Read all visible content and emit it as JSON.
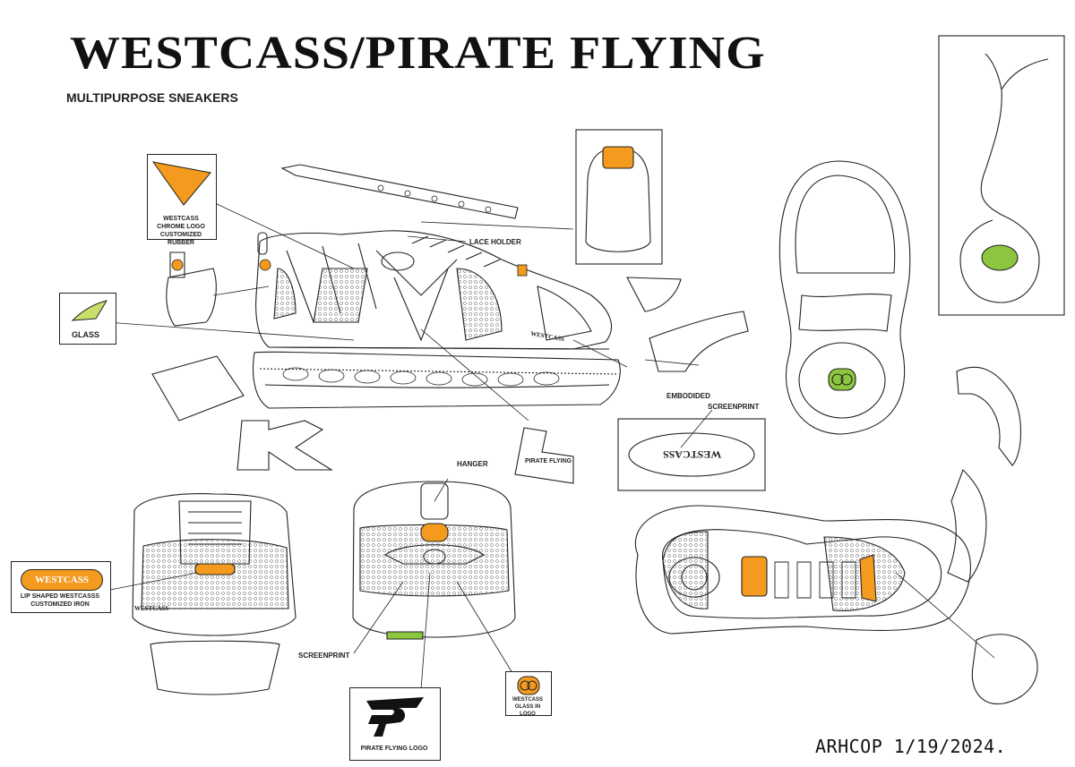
{
  "header": {
    "title": "WESTCASS/PIRATE FLYING",
    "subtitle": "MULTIPURPOSE SNEAKERS"
  },
  "callouts": {
    "chrome_logo": "WESTCASS CHROME LOGO CUSTOMIZED RUBBER",
    "glass": "GLASS",
    "lace_holder": "LACE HOLDER",
    "embodided": "EMBODIDED",
    "screenprint_top": "SCREENPRINT",
    "hanger": "HANGER",
    "screenprint_bottom": "SCREENPRINT",
    "lip_shaped": "LIP SHAPED WESTCASSS CUSTOMIZED IRON",
    "pirate_logo": "PIRATE FLYING LOGO",
    "glass_logo": "WESTCASS GLASS IN LOGO"
  },
  "prints": {
    "westcass_badge": "WESTCASS",
    "insole_print": "WESTCASS",
    "pirate_flying_strip": "PIRATE FLYING",
    "side_brand": "WESTCASS",
    "heel_brand": "WESTCASS"
  },
  "signature": "ARHCOP 1/19/2024.",
  "colors": {
    "accent_orange": "#f39a1f",
    "accent_green": "#8cc63f",
    "line": "#222222"
  }
}
